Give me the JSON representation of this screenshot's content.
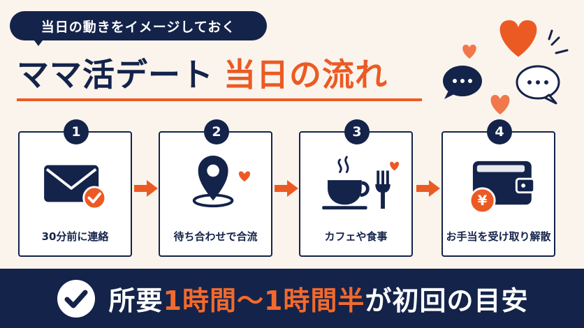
{
  "header": {
    "pill_text": "当日の動きをイメージしておく",
    "title_main": "ママ活デート",
    "title_accent": "当日の流れ"
  },
  "steps": [
    {
      "number": "1",
      "label": "30分前に連絡",
      "icon": "envelope-check-icon"
    },
    {
      "number": "2",
      "label": "待ち合わせで合流",
      "icon": "map-pin-heart-icon"
    },
    {
      "number": "3",
      "label": "カフェや食事",
      "icon": "coffee-fork-icon"
    },
    {
      "number": "4",
      "label": "お手当を受け取り解散",
      "icon": "wallet-yen-icon"
    }
  ],
  "footer": {
    "text_before": "所要",
    "highlight": "1時間〜1時間半",
    "text_after": "が初回の目安"
  },
  "decorations": {
    "items": [
      "heart-icon",
      "chat-bubble-icon",
      "sparkle-icon"
    ],
    "currency_symbol": "¥"
  },
  "colors": {
    "navy": "#14234a",
    "accent": "#ec5a24",
    "background": "#faf4ec"
  }
}
